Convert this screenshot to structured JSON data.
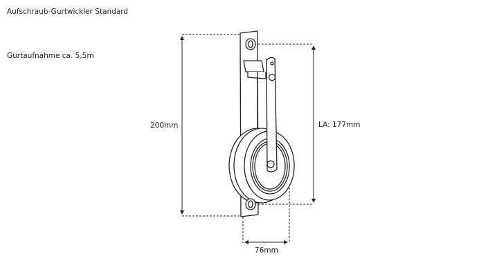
{
  "title": "Aufschraub-Gurtwickler Standard",
  "capacity": "Gurtaufnahme ca. 5,5m",
  "dimensions": {
    "height": "200mm",
    "hole_distance": "LA: 177mm",
    "width": "76mm"
  }
}
